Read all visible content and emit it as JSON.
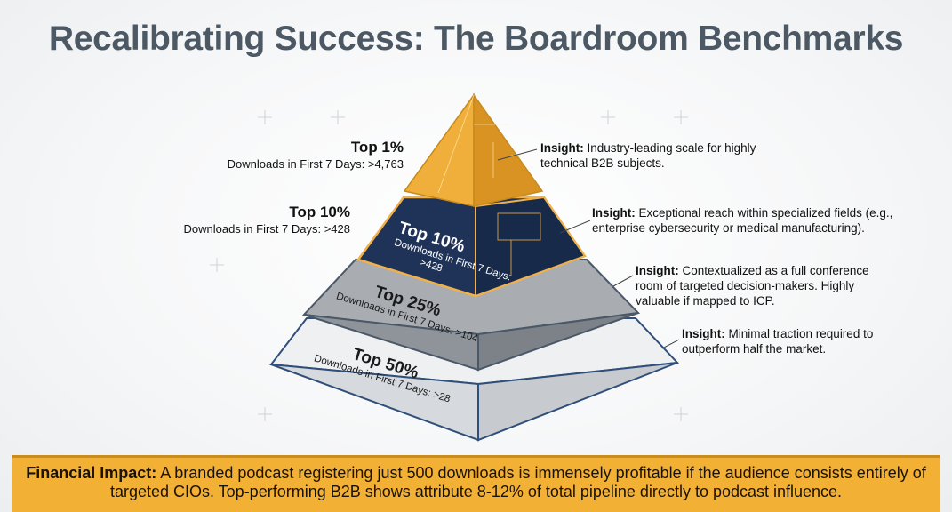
{
  "title": "Recalibrating Success: The Boardroom Benchmarks",
  "tiers": [
    {
      "name": "Top 1%",
      "sub": "Downloads in First 7 Days: >4,763",
      "insight_label": "Insight:",
      "insight": "Industry-leading scale for highly technical B2B subjects.",
      "color": "#f0ae3a"
    },
    {
      "name": "Top 10%",
      "sub": "Downloads in First 7 Days: >428",
      "sub_short": "Downloads in First 7 Days:",
      "sub_value": ">428",
      "insight_label": "Insight:",
      "insight": "Exceptional reach within specialized fields (e.g., enterprise cybersecurity or medical manufacturing).",
      "color": "#1f3358"
    },
    {
      "name": "Top 25%",
      "sub": "Downloads in First 7 Days: >104",
      "insight_label": "Insight:",
      "insight": "Contextualized as a full conference room of targeted decision-makers. Highly valuable if mapped to ICP.",
      "color": "#a9adb2"
    },
    {
      "name": "Top 50%",
      "sub": "Downloads in First 7 Days: >28",
      "insight_label": "Insight:",
      "insight": "Minimal traction required to outperform half the market.",
      "color": "#dfe2e5"
    }
  ],
  "impact": {
    "label": "Financial Impact:",
    "text": "A branded podcast registering just 500 downloads is immensely profitable if the audience consists entirely of targeted CIOs. Top-performing B2B shows attribute 8-12% of total pipeline directly to podcast influence."
  }
}
